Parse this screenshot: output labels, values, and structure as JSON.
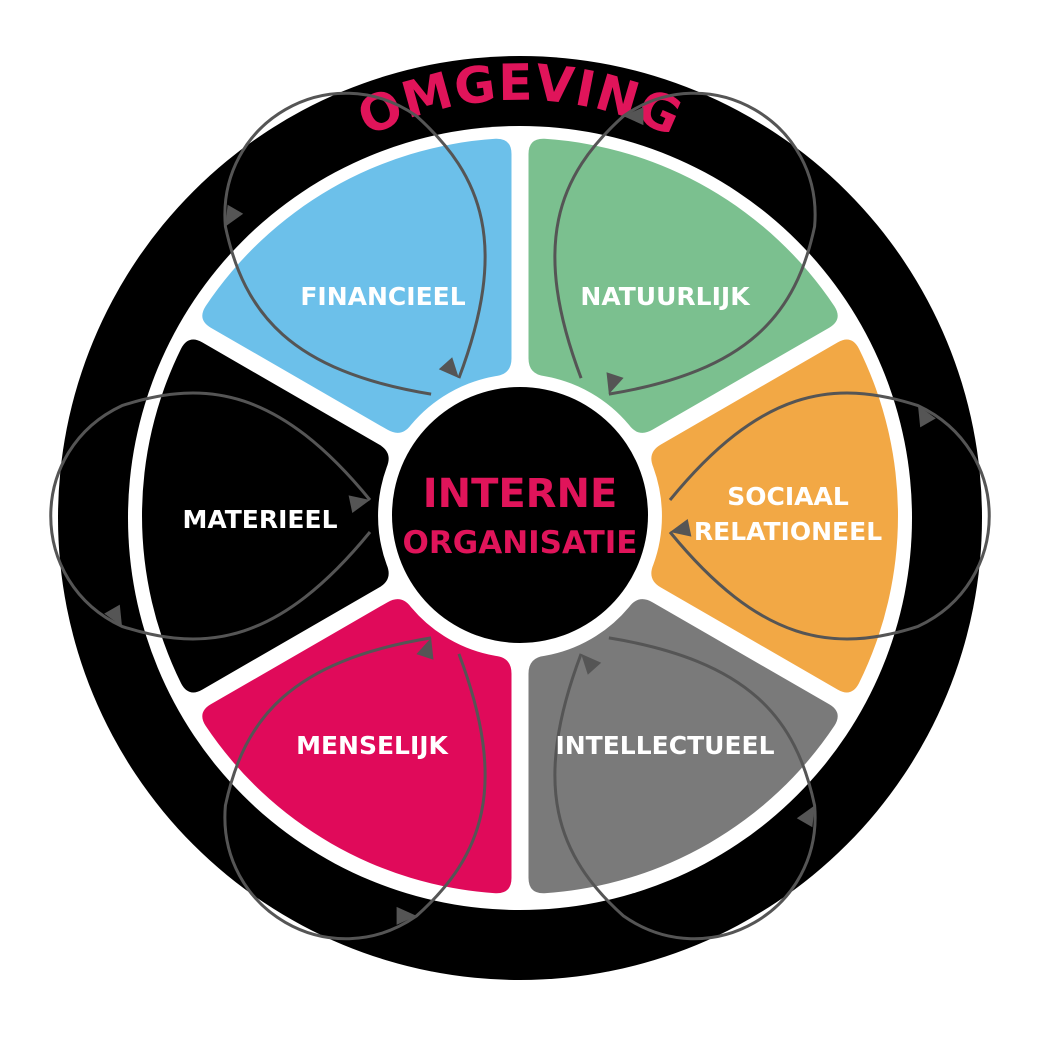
{
  "ring": {
    "title": "OMGEVING",
    "title_color": "#e0145a",
    "ring_color": "#000000"
  },
  "center": {
    "line1": "INTERNE",
    "line2": "ORGANISATIE",
    "text_color": "#e0145a",
    "fill_color": "#000000"
  },
  "segments": [
    {
      "id": "financieel",
      "lines": [
        "FINANCIEEL"
      ],
      "color": "#6cc0ea"
    },
    {
      "id": "natuurlijk",
      "lines": [
        "NATUURLIJK"
      ],
      "color": "#7bc08f"
    },
    {
      "id": "sociaal-relationeel",
      "lines": [
        "SOCIAAL",
        "RELATIONEEL"
      ],
      "color": "#f2a845"
    },
    {
      "id": "intellectueel",
      "lines": [
        "INTELLECTUEEL"
      ],
      "color": "#7a7a7a"
    },
    {
      "id": "menselijk",
      "lines": [
        "MENSELIJK"
      ],
      "color": "#e00a5a"
    },
    {
      "id": "materieel",
      "lines": [
        "MATERIEEL"
      ],
      "color": "#000000"
    }
  ],
  "loop_color": "#555555"
}
